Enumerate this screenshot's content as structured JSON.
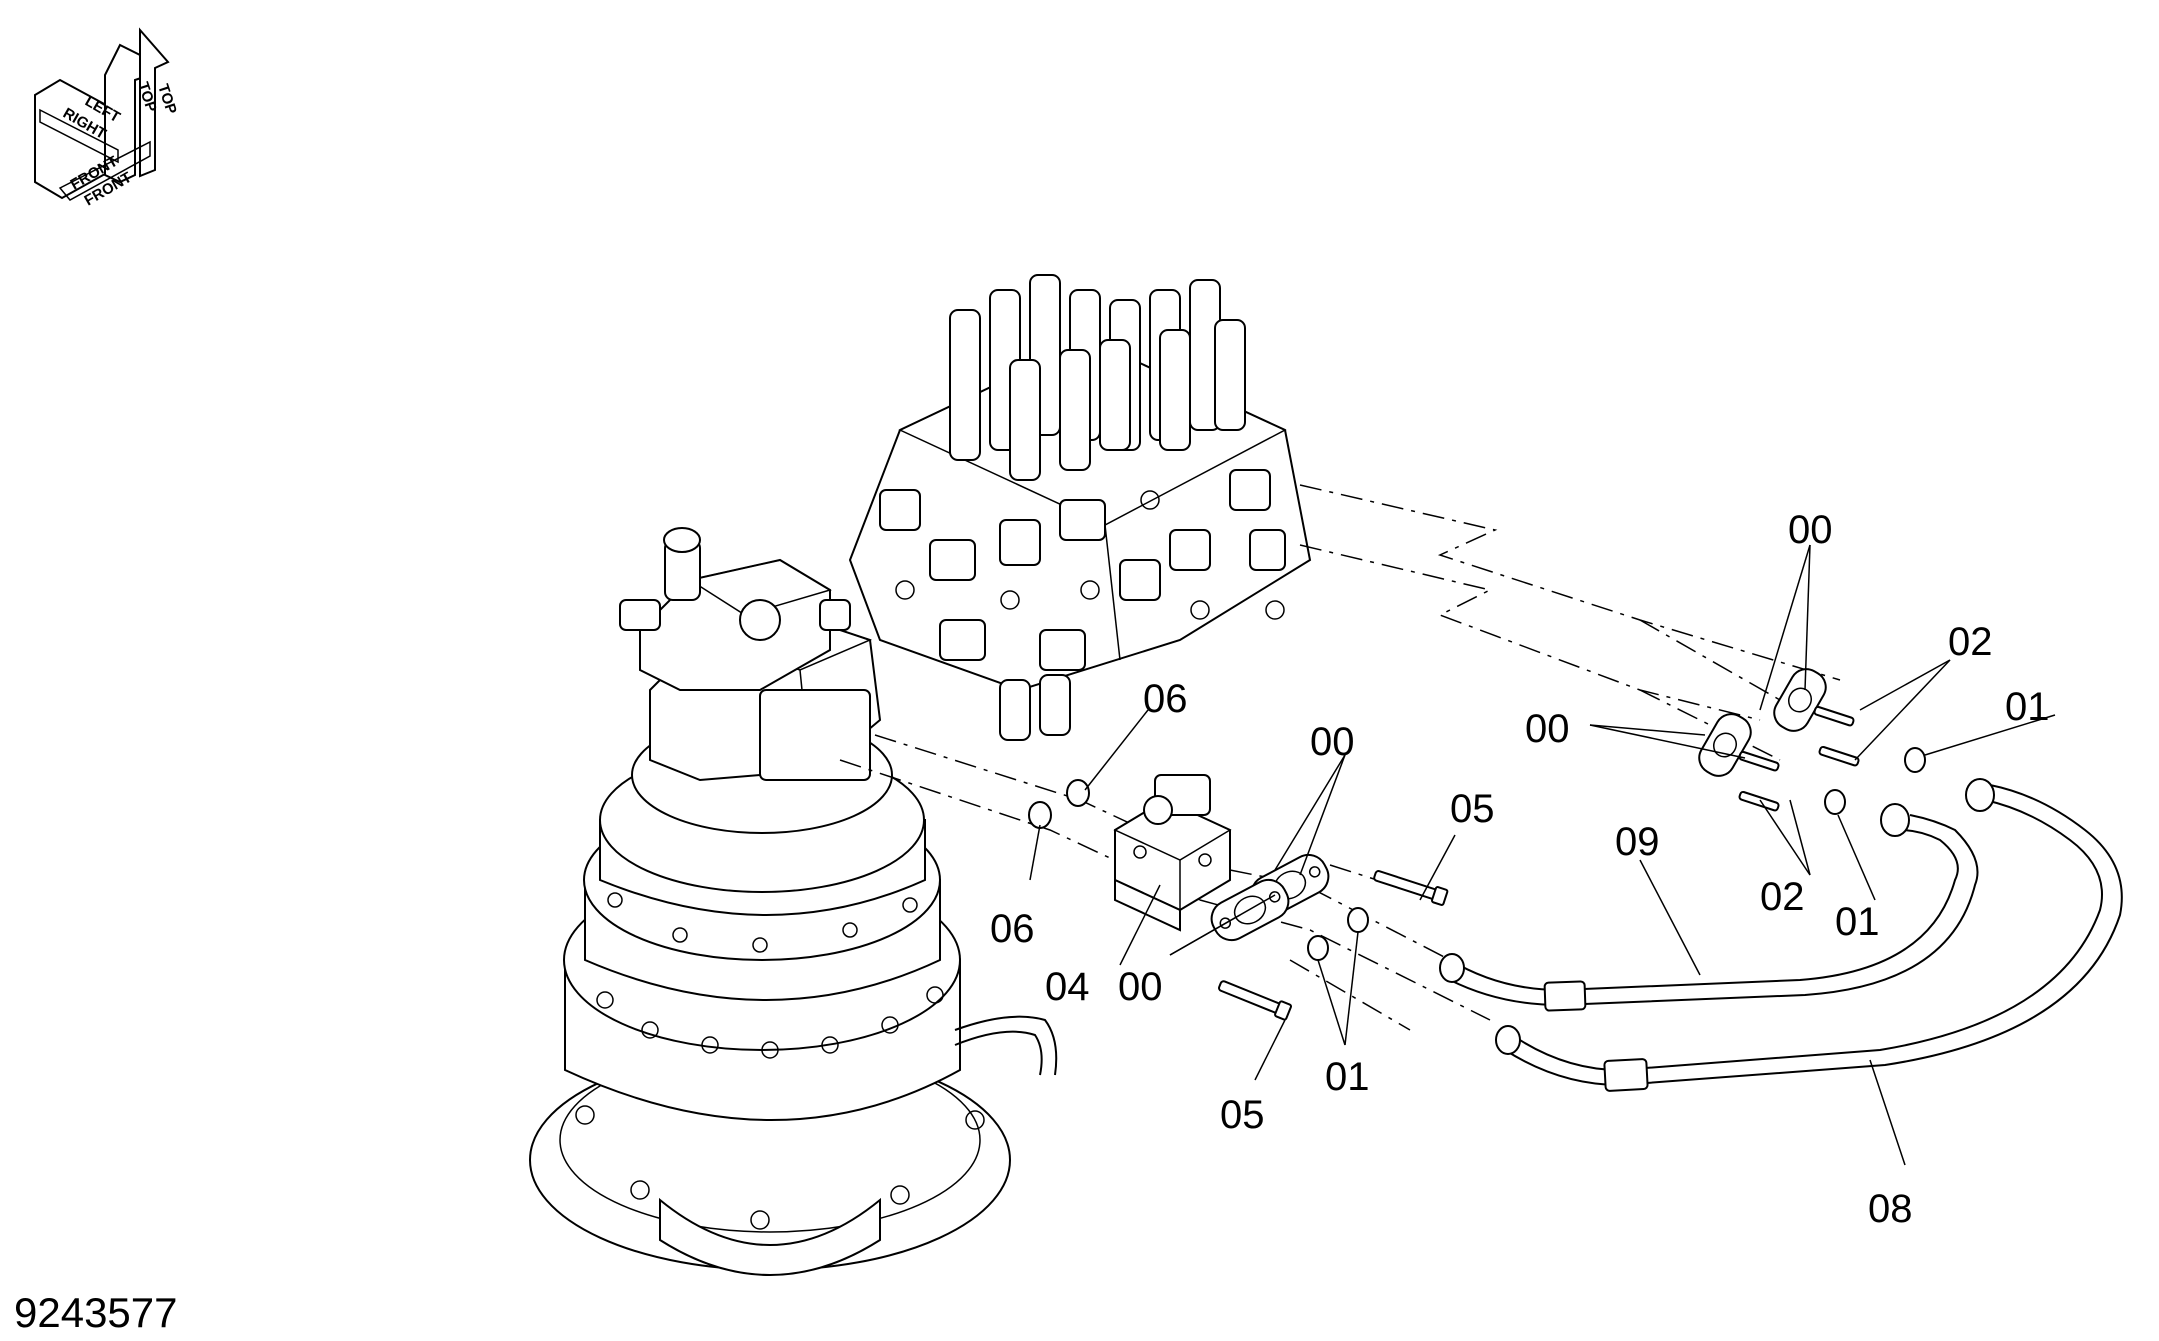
{
  "drawing_number": "9243577",
  "orientation": {
    "top": "TOP",
    "left": "LEFT",
    "right": "RIGHT",
    "front": "FRONT"
  },
  "callouts": {
    "c00_a": "00",
    "c00_b": "00",
    "c00_c": "00",
    "c00_d": "00",
    "c01_a": "01",
    "c01_b": "01",
    "c01_c": "01",
    "c02_a": "02",
    "c02_b": "02",
    "c04": "04",
    "c05_a": "05",
    "c05_b": "05",
    "c06_a": "06",
    "c06_b": "06",
    "c08": "08",
    "c09": "09"
  }
}
